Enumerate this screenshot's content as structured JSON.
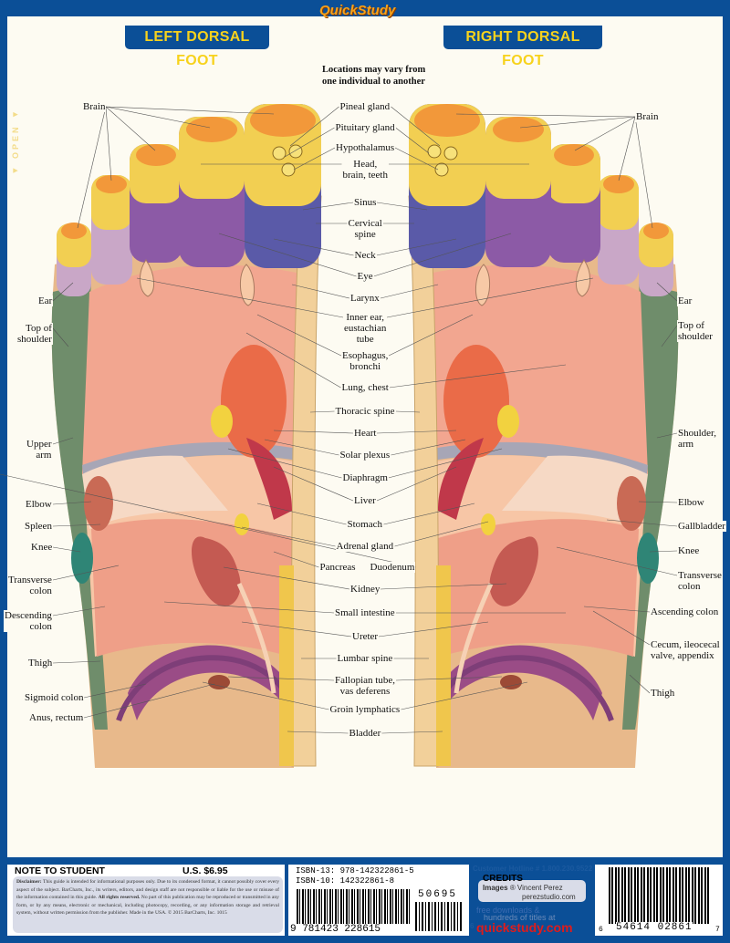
{
  "header": {
    "brand": "QuickStudy",
    "left_title": "LEFT DORSAL FOOT",
    "right_title": "RIGHT DORSAL FOOT",
    "note": "Locations may vary from\none individual to another",
    "side_mark": "◄ OPEN ◄"
  },
  "center_labels": [
    "Pineal gland",
    "Pituitary gland",
    "Hypothalamus",
    "Head,\nbrain, teeth",
    "Sinus",
    "Cervical\nspine",
    "Neck",
    "Eye",
    "Larynx",
    "Inner ear,\neustachian\ntube",
    "Esophagus,\nbronchi",
    "Lung, chest",
    "Thoracic spine",
    "Heart",
    "Solar plexus",
    "Diaphragm",
    "Liver",
    "Stomach",
    "Adrenal gland",
    "Pancreas",
    "Duodenum",
    "Kidney",
    "Small intestine",
    "Ureter",
    "Lumbar spine",
    "Fallopian tube,\nvas deferens",
    "Groin lymphatics",
    "Bladder"
  ],
  "left_labels": [
    "Brain",
    "Ear",
    "Top of\nshoulder",
    "Upper\narm",
    "Elbow",
    "Spleen",
    "Knee",
    "Transverse\ncolon",
    "Descending\ncolon",
    "Thigh",
    "Sigmoid colon",
    "Anus, rectum"
  ],
  "right_labels": [
    "Brain",
    "Ear",
    "Top of\nshoulder",
    "Shoulder,\narm",
    "Elbow",
    "Gallbladder",
    "Knee",
    "Transverse\ncolon",
    "Ascending colon",
    "Cecum, ileocecal\nvalve, appendix",
    "Thigh"
  ],
  "footer": {
    "note_title": "NOTE TO STUDENT",
    "price": "U.S. $6.95",
    "disclaimer_label": "Disclaimer:",
    "disclaimer": "This guide is intended for informational purposes only. Due to its condensed format, it cannot possibly cover every aspect of the subject. BarCharts, Inc., its writers, editors, and design staff are not responsible or liable for the use or misuse of the information contained in this guide.",
    "rights": "All rights reserved.",
    "disclaimer2": "No part of this publication may be reproduced or transmitted in any form, or by any means, electronic or mechanical, including photocopy, recording, or any information storage and retrieval system, without written permission from the publisher. Made in the USA. © 2015 BarCharts, Inc. 1015",
    "isbn13": "ISBN-13: 978-142322861-5",
    "isbn10": "ISBN-10: 142322861-8",
    "barcode1_digits": "9 781423 228615",
    "addon_digits": "50695",
    "addon_prefix": "6",
    "hotline": "Customer Hotline # 1.800.230.9522",
    "credits_title": "CREDITS",
    "credits_images": "Images",
    "credits_by": "® Vincent Perez",
    "credits_site": "perezstudio.com",
    "promo1": "free downloads &",
    "promo2": "hundreds of titles at",
    "site": "quickstudy.com",
    "upc_digits": "54614 02861",
    "upc_left": "6",
    "upc_right": "7"
  },
  "colors": {
    "frame": "#0b4f97",
    "title": "#f7d21c",
    "site": "#e01b1b"
  }
}
